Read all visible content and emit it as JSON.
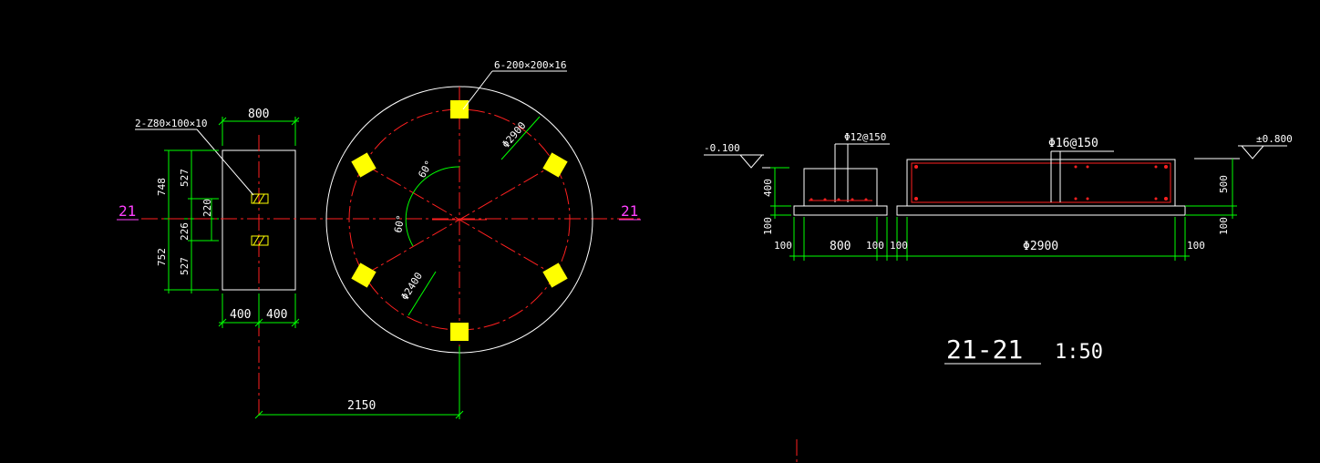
{
  "colors": {
    "background": "#000000",
    "outline": "#ffffff",
    "dimension": "#00ff00",
    "centerline": "#ff2020",
    "plate": "#ffff00",
    "section_mark": "#ff40ff"
  },
  "plan_pier": {
    "width_label": "800",
    "plate_callout": "2-Z80×100×10",
    "upper_label": "748",
    "upper_inner_label": "527",
    "mid_label": "220",
    "mid_lower_label": "226",
    "lower_label": "752",
    "lower_inner_label": "527",
    "bottom_left_label": "400",
    "bottom_right_label": "400"
  },
  "plan_circle": {
    "plate_callout": "6-200×200×16",
    "outer_dia_label": "Φ2900",
    "inner_dia_label": "Φ2400",
    "angle_upper_label": "60°",
    "angle_lower_label": "60°",
    "spacing_label": "2150"
  },
  "section_marks": {
    "left": "21",
    "right": "21"
  },
  "section_view": {
    "level_left": "-0.100",
    "level_right": "±0.800",
    "rebar_pier": "Φ12@150",
    "rebar_slab": "Φ16@150",
    "left_height_upper": "400",
    "left_height_lower": "100",
    "right_height_upper": "500",
    "right_height_lower": "100",
    "bottom_dims": [
      "100",
      "800",
      "100",
      "100",
      "Φ2900",
      "100"
    ]
  },
  "title": {
    "label": "21-21",
    "scale": "1:50"
  }
}
